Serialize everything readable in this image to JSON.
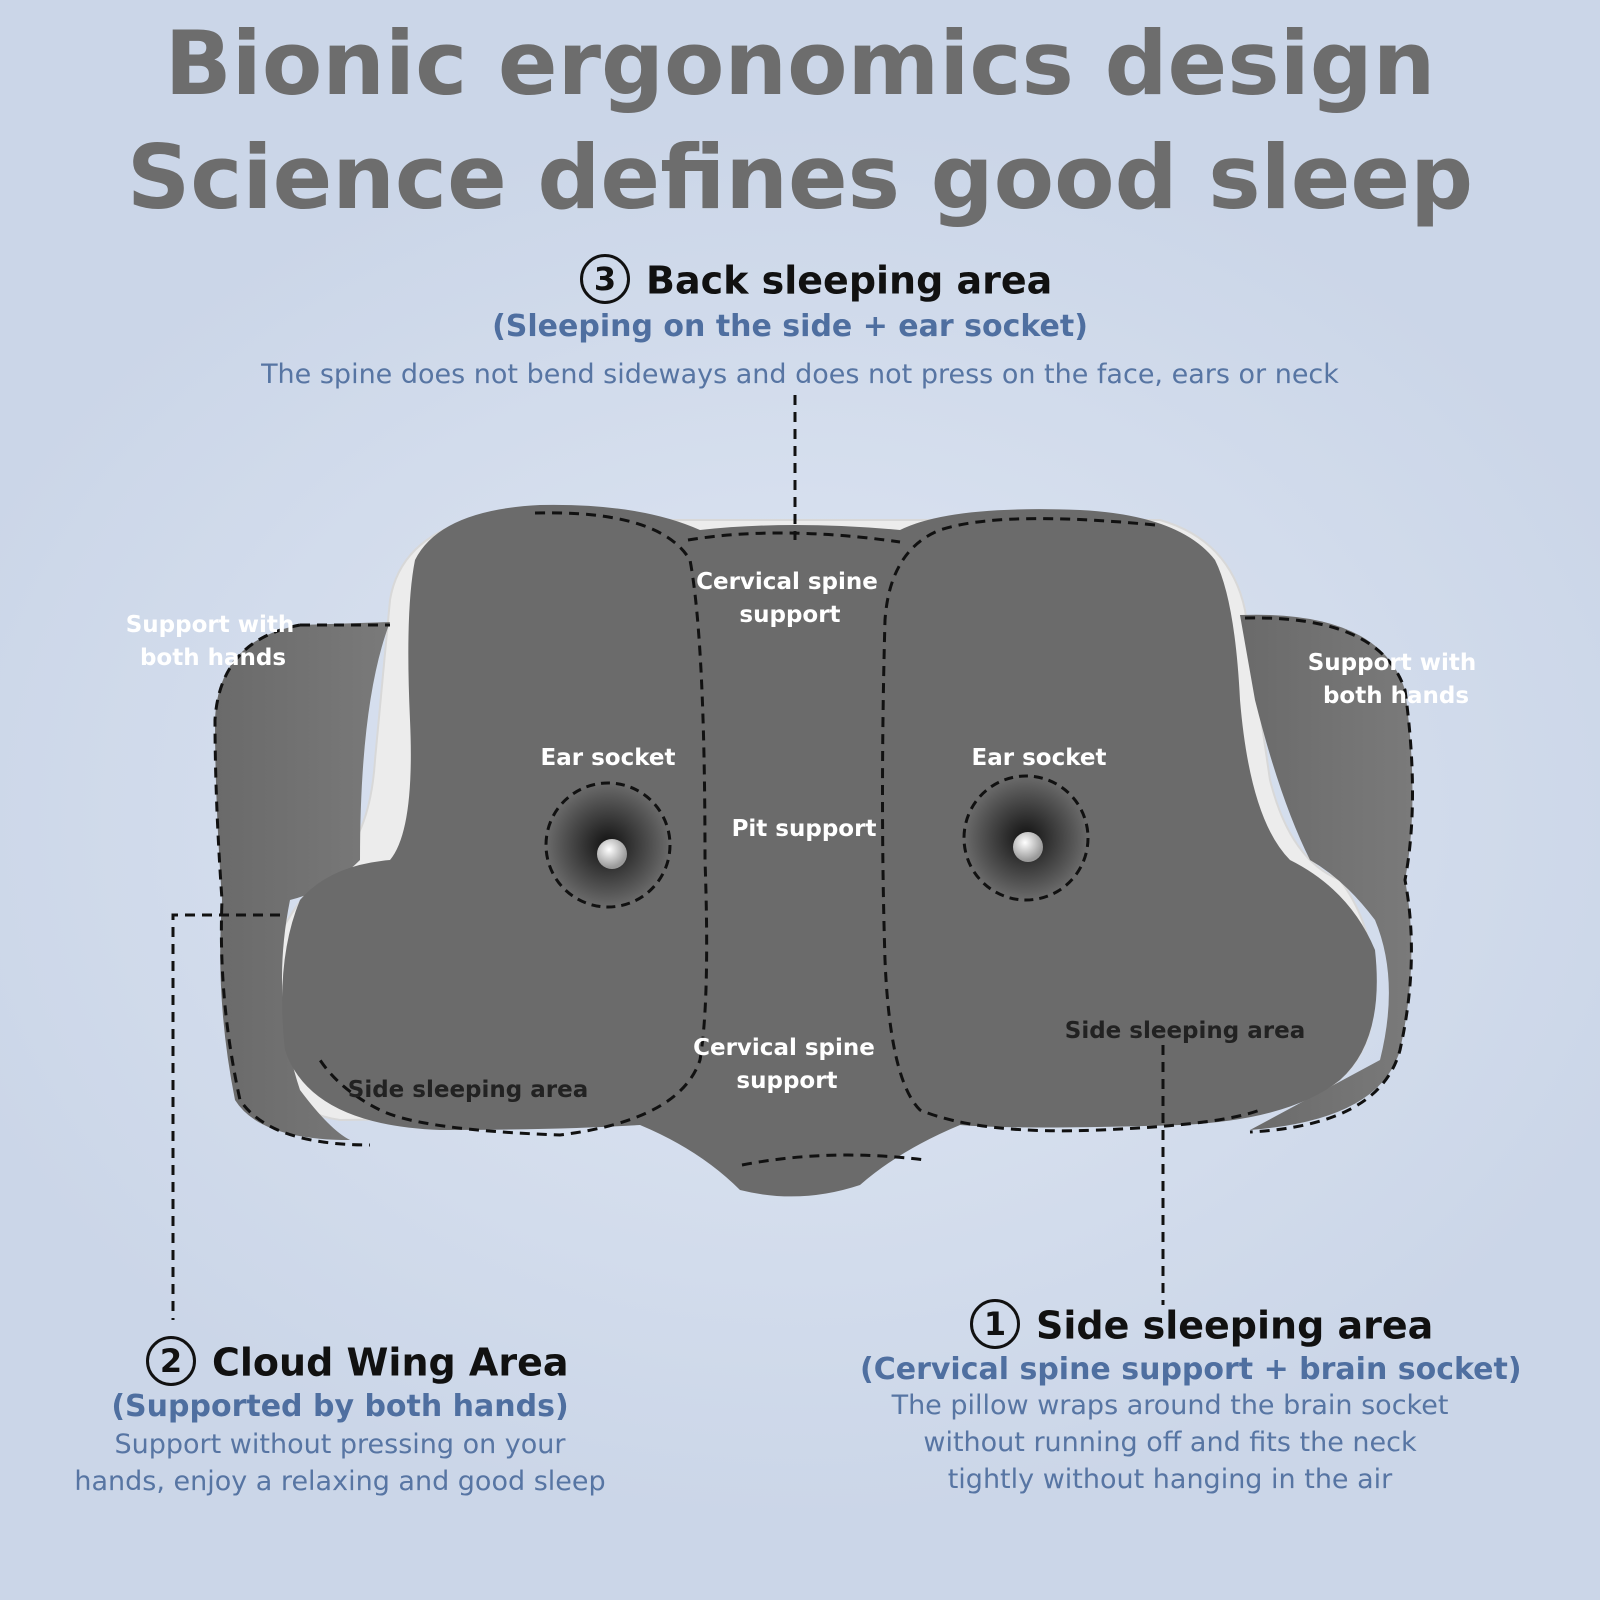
{
  "headline": {
    "line1": "Bionic ergonomics design",
    "line2": "Science defines good sleep"
  },
  "back_area": {
    "number": "3",
    "title": "Back sleeping area",
    "subtitle": "(Sleeping on the side + ear socket)",
    "description": "The spine does not bend sideways and does not press on the face, ears or neck"
  },
  "cloud_wing_area": {
    "number": "2",
    "title": "Cloud Wing Area",
    "subtitle": "(Supported by both hands)",
    "description_line1": "Support without pressing on your",
    "description_line2": "hands, enjoy a relaxing and good sleep"
  },
  "side_area": {
    "number": "1",
    "title": "Side sleeping area",
    "subtitle": "(Cervical spine support + brain socket)",
    "description_line1": "The pillow wraps around the brain socket",
    "description_line2": "without running off and fits the neck",
    "description_line3": "tightly without hanging in the air"
  },
  "pillow_labels": {
    "support_left_1": "Support with",
    "support_left_2": "both hands",
    "support_right_1": "Support with",
    "support_right_2": "both hands",
    "cervical_top_1": "Cervical spine",
    "cervical_top_2": "support",
    "ear_left": "Ear socket",
    "ear_right": "Ear socket",
    "pit": "Pit support",
    "cervical_bottom_1": "Cervical spine",
    "cervical_bottom_2": "support",
    "side_left": "Side sleeping area",
    "side_right": "Side sleeping area"
  },
  "colors": {
    "headline": "#6d6d6d",
    "subtitle_blue": "#4f6fa0",
    "description_blue": "#5775a3",
    "pillow_gray": "#6b6b6b",
    "background": "#d6dfee"
  }
}
